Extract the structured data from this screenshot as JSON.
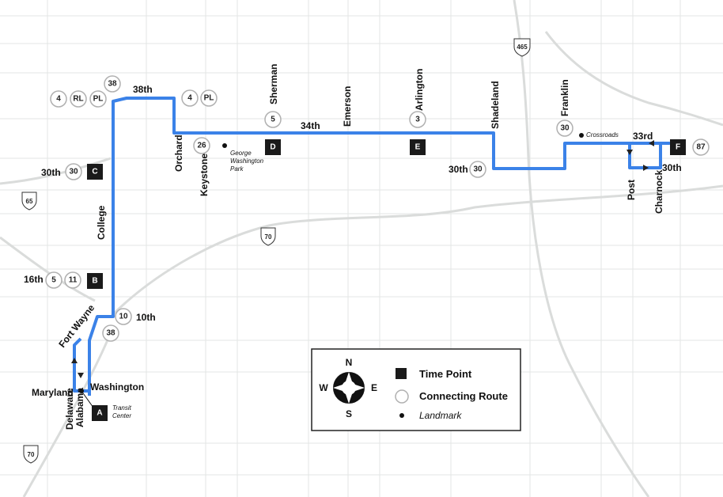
{
  "colors": {
    "route": "#3b82e8",
    "street": "#e3e5e4",
    "connect_circle": "#b0b0b0",
    "timepoint": "#1a1a1a"
  },
  "streets": {
    "s38th": "38th",
    "s34th": "34th",
    "s33rd": "33rd",
    "s30th_a": "30th",
    "s30th_b": "30th",
    "s30th_c": "30th",
    "s16th": "16th",
    "s10th": "10th",
    "college": "College",
    "orchard": "Orchard",
    "keystone": "Keystone",
    "sherman": "Sherman",
    "emerson": "Emerson",
    "arlington": "Arlington",
    "shadeland": "Shadeland",
    "franklin": "Franklin",
    "post": "Post",
    "charnock": "Charnock",
    "fort_wayne": "Fort Wayne",
    "maryland": "Maryland",
    "washington": "Washington",
    "delaware": "Delaware",
    "alabama": "Alabama"
  },
  "landmarks": {
    "gw_park_1": "George",
    "gw_park_2": "Washington",
    "gw_park_3": "Park",
    "crossroads": "Crossroads",
    "transit_1": "Transit",
    "transit_2": "Center"
  },
  "timepoints": {
    "a": "A",
    "b": "B",
    "c": "C",
    "d": "D",
    "e": "E",
    "f": "F"
  },
  "routes": {
    "r4a": "4",
    "rla": "RL",
    "pla": "PL",
    "r38a": "38",
    "r4b": "4",
    "plb": "PL",
    "r26": "26",
    "r5a": "5",
    "r3": "3",
    "r30a": "30",
    "r30b": "30",
    "r30c": "30",
    "r87": "87",
    "r5b": "5",
    "r11": "11",
    "r10": "10",
    "r38b": "38"
  },
  "shields": {
    "i465": "465",
    "i65": "65",
    "i70a": "70",
    "i70b": "70"
  },
  "legend": {
    "time_point": "Time Point",
    "connecting_route": "Connecting Route",
    "landmark": "Landmark"
  },
  "compass": {
    "n": "N",
    "s": "S",
    "e": "E",
    "w": "W"
  }
}
